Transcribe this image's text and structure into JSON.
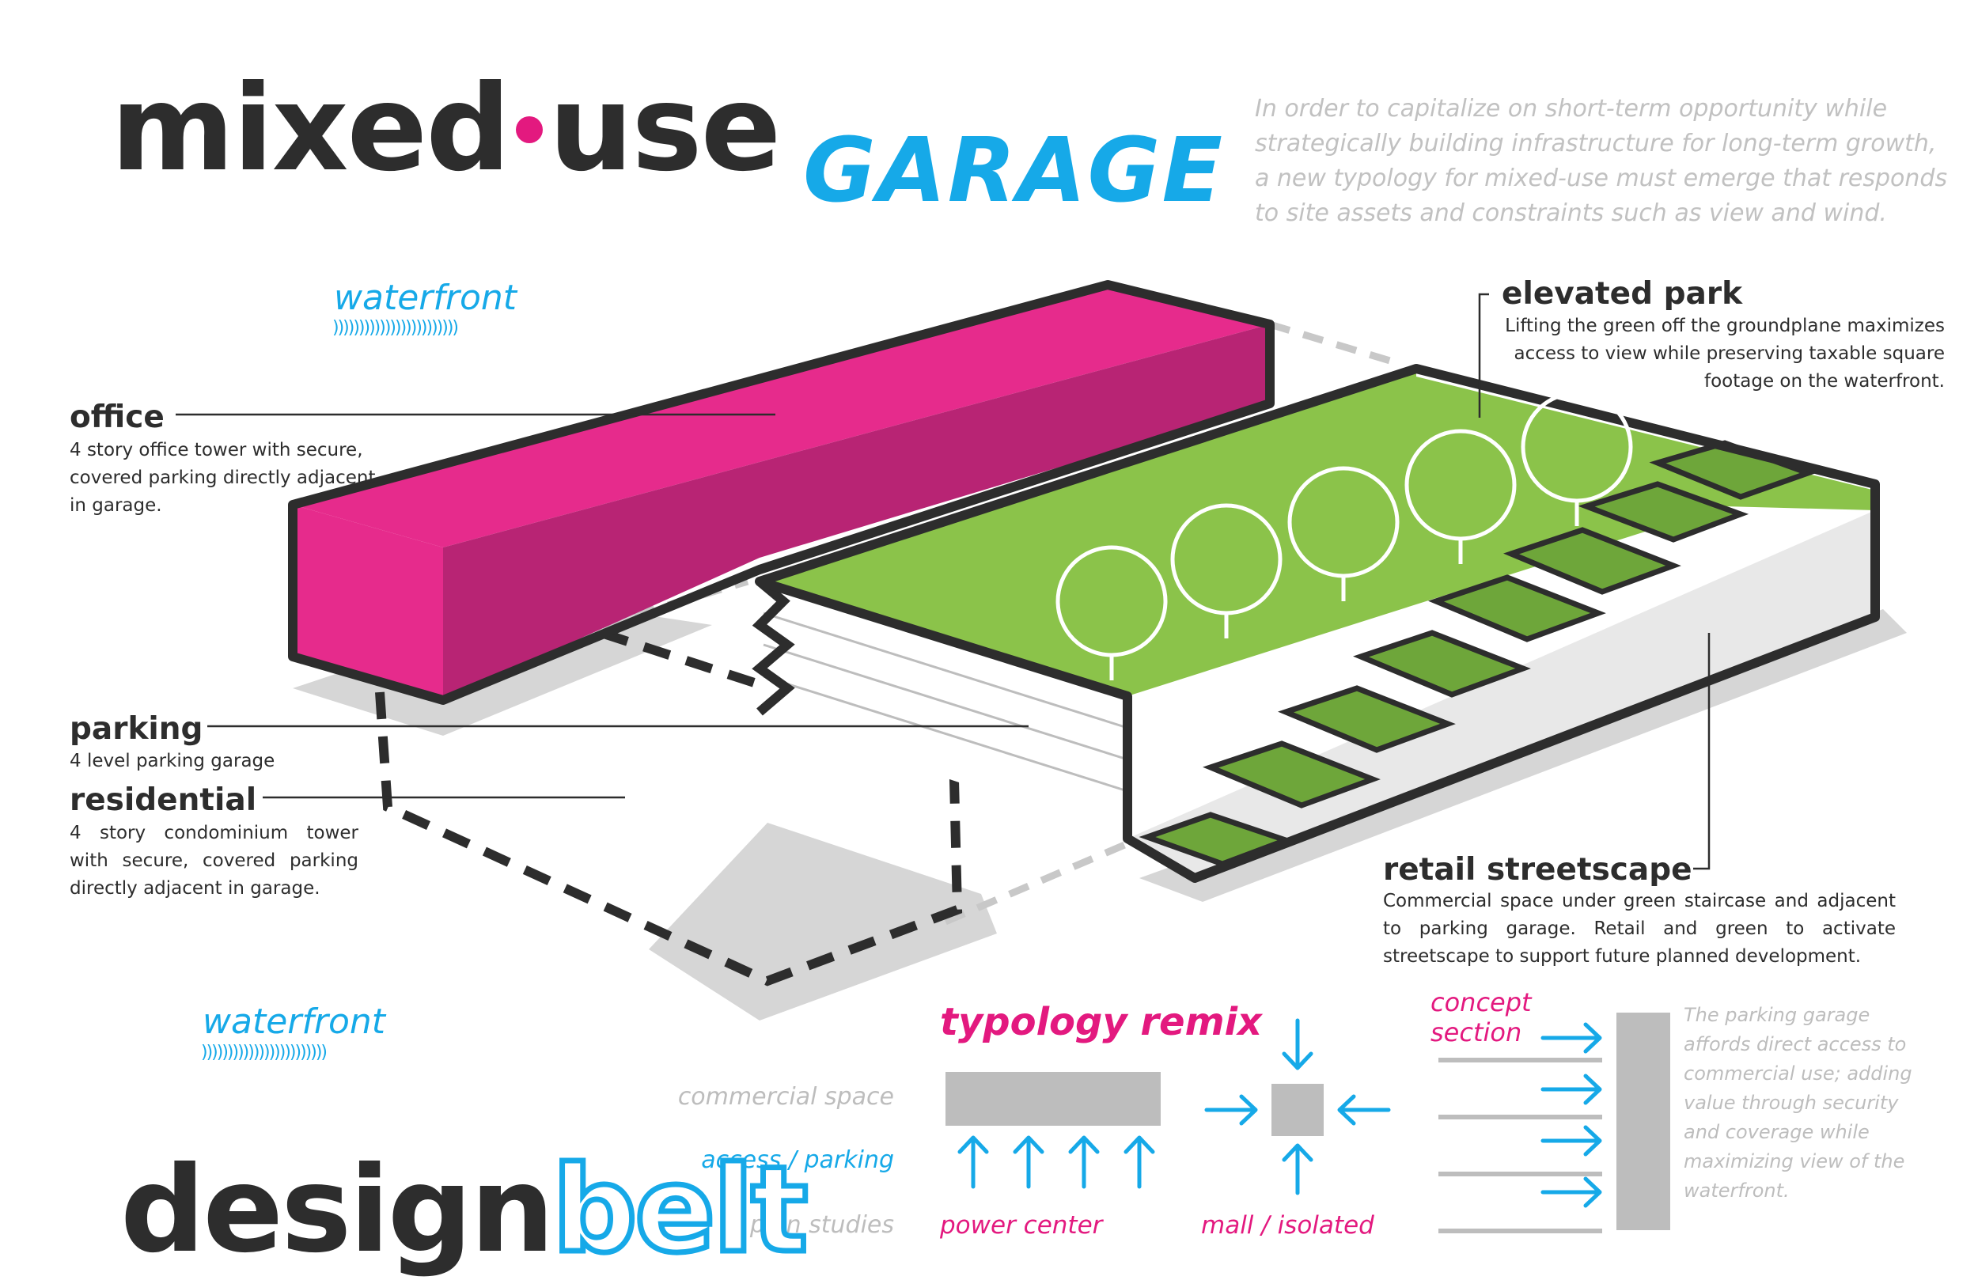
{
  "title": {
    "part1": "mixed",
    "part2": "use",
    "part3": "GARAGE"
  },
  "intro": "In order to capitalize on short-term opportunity while strategically building infrastructure for long-term growth, a new typology for mixed-use must emerge that responds to site assets and constraints such as view and wind.",
  "waterfront_top": "waterfront",
  "waterfront_bottom": "waterfront",
  "labels": {
    "office": {
      "heading": "office",
      "desc": "4 story office tower with secure, covered parking directly adjacent in garage."
    },
    "parking": {
      "heading": "parking",
      "desc": "4 level parking garage"
    },
    "residential": {
      "heading": "residential",
      "desc": "4 story condominium tower with secure, covered parking directly adjacent in garage."
    },
    "elevated_park": {
      "heading": "elevated park",
      "desc": "Lifting the green off the groundplane maximizes access to view while preserving taxable square footage on the waterfront."
    },
    "retail": {
      "heading": "retail streetscape",
      "desc": "Commercial space under green staircase and adjacent to parking garage. Retail and green to activate streetscape to support future planned development."
    }
  },
  "typology": {
    "title": "typology remix",
    "row_commercial": "commercial space",
    "row_access": "access / parking",
    "row_plan": "plan studies",
    "power_center": "power center",
    "mall": "mall / isolated"
  },
  "concept": {
    "title_line1": "concept",
    "title_line2": "section",
    "desc": "The parking garage affords direct access to commercial use; adding value through security and coverage while maximizing view of the waterfront."
  },
  "brand": {
    "part1": "design",
    "part2": "belt"
  },
  "colors": {
    "magenta": "#e3197f",
    "blue": "#16a9e8",
    "green": "#8bc34a",
    "dark": "#2d2d2d",
    "gray": "#bdbdbd"
  }
}
